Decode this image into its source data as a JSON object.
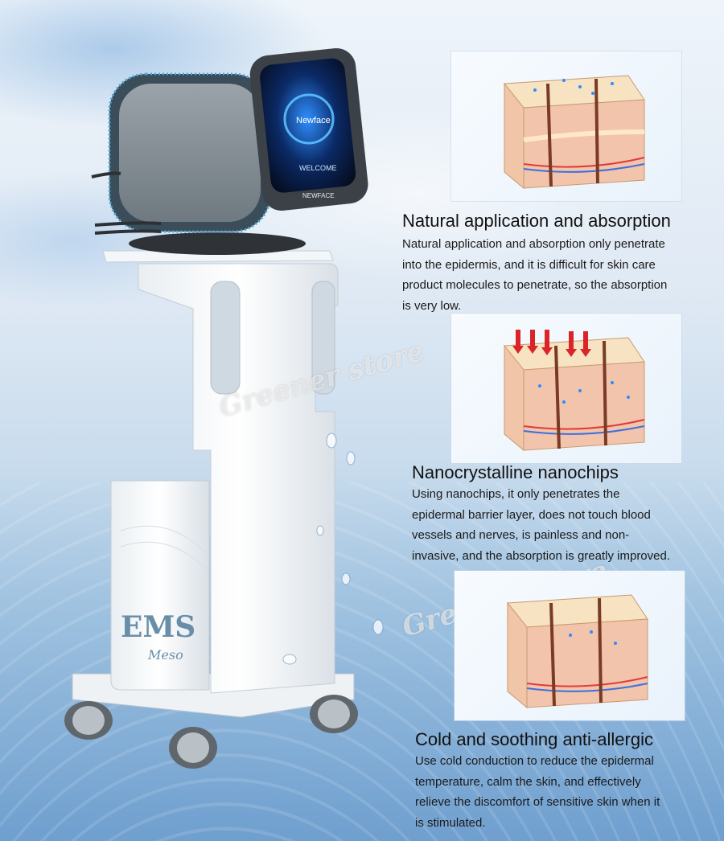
{
  "device": {
    "screen_brand": "Newface",
    "screen_welcome": "WELCOME",
    "screen_label": "NEWFACE",
    "cabinet_logo_main": "EMS",
    "cabinet_logo_sub": "Meso"
  },
  "watermarks": [
    "Greener store",
    "Greener store"
  ],
  "features": [
    {
      "title": "Natural application and absorption",
      "lines": [
        "Natural application and absorption only penetrate",
        "into the epidermis, and it is difficult for skin care",
        "product molecules to penetrate, so the absorption",
        "is very low."
      ]
    },
    {
      "title": "Nanocrystalline nanochips",
      "lines": [
        "Using nanochips, it only penetrates the",
        "epidermal barrier layer, does not touch blood",
        "vessels and nerves, is painless and non-",
        "invasive, and the absorption is greatly improved."
      ]
    },
    {
      "title": "Cold and soothing anti-allergic",
      "lines": [
        "Use cold conduction to reduce the epidermal",
        "temperature, calm the skin, and effectively",
        "relieve the discomfort of sensitive skin when it",
        "is stimulated."
      ]
    }
  ],
  "colors": {
    "screen_glow": "#2f8fff",
    "skin_top": "#f4d9b0",
    "skin_mid": "#e8b9a4",
    "arrow_red": "#d9252a"
  }
}
